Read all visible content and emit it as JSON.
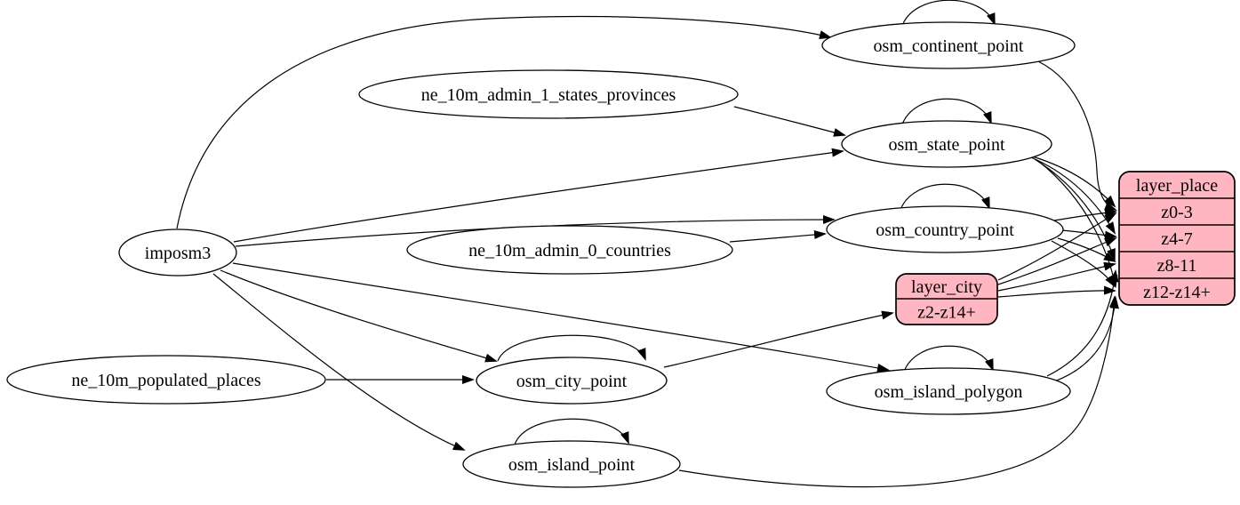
{
  "diagram": {
    "kind": "etl-graph",
    "colors": {
      "background": "#ffffff",
      "edge": "#000000",
      "ellipse_fill": "#ffffff",
      "record_fill": "#ffb6c1",
      "stroke": "#000000",
      "text": "#000000"
    },
    "nodes": [
      {
        "id": "imposm3",
        "label": "imposm3",
        "shape": "ellipse"
      },
      {
        "id": "ne_10m_admin_1_states_provinces",
        "label": "ne_10m_admin_1_states_provinces",
        "shape": "ellipse"
      },
      {
        "id": "ne_10m_admin_0_countries",
        "label": "ne_10m_admin_0_countries",
        "shape": "ellipse"
      },
      {
        "id": "ne_10m_populated_places",
        "label": "ne_10m_populated_places",
        "shape": "ellipse"
      },
      {
        "id": "osm_continent_point",
        "label": "osm_continent_point",
        "shape": "ellipse"
      },
      {
        "id": "osm_state_point",
        "label": "osm_state_point",
        "shape": "ellipse"
      },
      {
        "id": "osm_country_point",
        "label": "osm_country_point",
        "shape": "ellipse"
      },
      {
        "id": "osm_city_point",
        "label": "osm_city_point",
        "shape": "ellipse"
      },
      {
        "id": "osm_island_polygon",
        "label": "osm_island_polygon",
        "shape": "ellipse"
      },
      {
        "id": "osm_island_point",
        "label": "osm_island_point",
        "shape": "ellipse"
      },
      {
        "id": "layer_city",
        "label": "layer_city",
        "shape": "record",
        "rows": [
          "z2-z14+"
        ]
      },
      {
        "id": "layer_place",
        "label": "layer_place",
        "shape": "record",
        "rows": [
          "z0-3",
          "z4-7",
          "z8-11",
          "z12-z14+"
        ]
      }
    ],
    "edges": [
      {
        "from": "imposm3",
        "to": "osm_continent_point"
      },
      {
        "from": "imposm3",
        "to": "osm_state_point"
      },
      {
        "from": "imposm3",
        "to": "osm_country_point"
      },
      {
        "from": "imposm3",
        "to": "osm_city_point"
      },
      {
        "from": "imposm3",
        "to": "osm_island_polygon"
      },
      {
        "from": "imposm3",
        "to": "osm_island_point"
      },
      {
        "from": "ne_10m_admin_1_states_provinces",
        "to": "osm_state_point"
      },
      {
        "from": "ne_10m_admin_0_countries",
        "to": "osm_country_point"
      },
      {
        "from": "ne_10m_populated_places",
        "to": "osm_city_point"
      },
      {
        "from": "osm_continent_point",
        "to": "osm_continent_point"
      },
      {
        "from": "osm_state_point",
        "to": "osm_state_point"
      },
      {
        "from": "osm_country_point",
        "to": "osm_country_point"
      },
      {
        "from": "osm_city_point",
        "to": "osm_city_point"
      },
      {
        "from": "osm_island_polygon",
        "to": "osm_island_polygon"
      },
      {
        "from": "osm_island_point",
        "to": "osm_island_point"
      },
      {
        "from": "osm_continent_point",
        "to": "layer_place",
        "port": "z0-3"
      },
      {
        "from": "osm_state_point",
        "to": "layer_place",
        "port": "z0-3"
      },
      {
        "from": "osm_state_point",
        "to": "layer_place",
        "port": "z4-7"
      },
      {
        "from": "osm_state_point",
        "to": "layer_place",
        "port": "z8-11"
      },
      {
        "from": "osm_state_point",
        "to": "layer_place",
        "port": "z12-z14+"
      },
      {
        "from": "osm_country_point",
        "to": "layer_place",
        "port": "z0-3"
      },
      {
        "from": "osm_country_point",
        "to": "layer_place",
        "port": "z4-7"
      },
      {
        "from": "osm_country_point",
        "to": "layer_place",
        "port": "z8-11"
      },
      {
        "from": "osm_country_point",
        "to": "layer_place",
        "port": "z12-z14+"
      },
      {
        "from": "osm_island_polygon",
        "to": "layer_place",
        "port": "z8-11"
      },
      {
        "from": "osm_island_polygon",
        "to": "layer_place",
        "port": "z12-z14+"
      },
      {
        "from": "osm_island_point",
        "to": "layer_place",
        "port": "z12-z14+"
      },
      {
        "from": "osm_city_point",
        "to": "layer_city",
        "port": "z2-z14+"
      },
      {
        "from": "layer_city",
        "to": "layer_place",
        "port": "z0-3"
      },
      {
        "from": "layer_city",
        "to": "layer_place",
        "port": "z4-7"
      },
      {
        "from": "layer_city",
        "to": "layer_place",
        "port": "z8-11"
      },
      {
        "from": "layer_city",
        "to": "layer_place",
        "port": "z12-z14+"
      }
    ]
  }
}
